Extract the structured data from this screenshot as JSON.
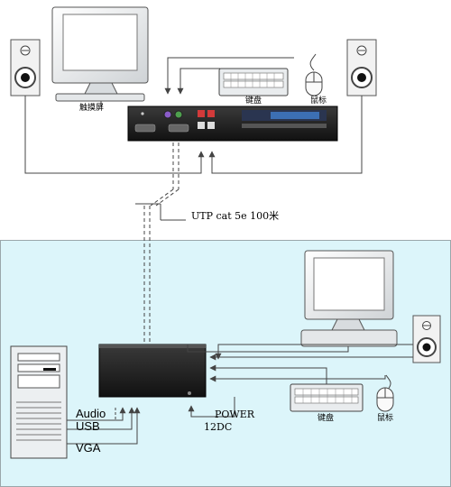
{
  "labels": {
    "touchscreen": "触摸屏",
    "keyboard_top": "键盘",
    "mouse_top": "鼠标",
    "cable": "UTP cat 5e 100米",
    "power": "POWER",
    "power_spec": "12DC",
    "keyboard_bottom": "键盘",
    "mouse_bottom": "鼠标",
    "audio": "Audio",
    "usb": "USB",
    "vga": "VGA"
  },
  "colors": {
    "lower_panel_bg": "#dcf5fa",
    "line": "#444444",
    "device_dark": "#1a1a1a",
    "ps2_purple": "#8a5cc8",
    "ps2_green": "#4ea04e",
    "audio_red": "#d23a3a",
    "brand_blue": "#3c6fb4"
  },
  "icons": {
    "monitor": "monitor-icon",
    "speaker": "speaker-icon",
    "keyboard": "keyboard-icon",
    "mouse": "mouse-icon",
    "pc_tower": "pc-tower-icon",
    "extender": "kvm-extender-icon"
  }
}
